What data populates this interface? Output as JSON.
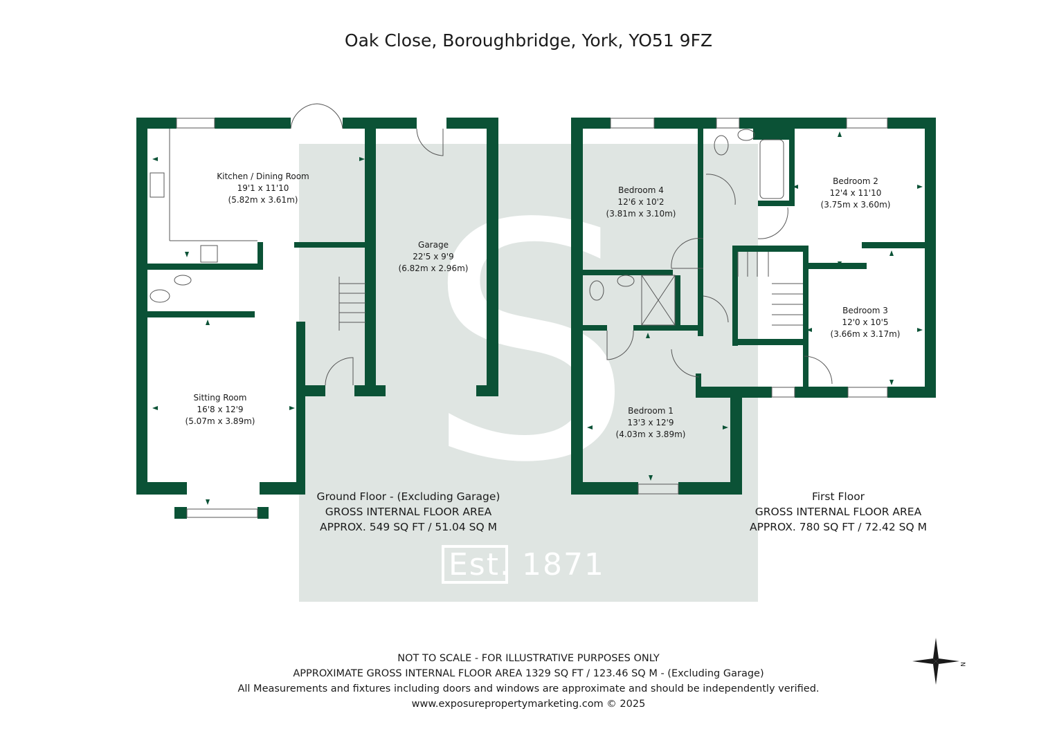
{
  "title": "Oak Close, Boroughbridge, York, YO51 9FZ",
  "colors": {
    "wall": "#0b5236",
    "watermark_bg": "#dfe5e2"
  },
  "watermark": {
    "letter": "S",
    "text": "Est. 1871"
  },
  "ground_floor": {
    "rooms": [
      {
        "name": "Kitchen / Dining Room",
        "imperial": "19'1 x 11'10",
        "metric": "(5.82m x 3.61m)"
      },
      {
        "name": "Garage",
        "imperial": "22'5 x 9'9",
        "metric": "(6.82m x 2.96m)"
      },
      {
        "name": "Sitting Room",
        "imperial": "16'8 x 12'9",
        "metric": "(5.07m x 3.89m)"
      }
    ],
    "area": [
      "Ground Floor - (Excluding Garage)",
      "GROSS INTERNAL FLOOR AREA",
      "APPROX. 549 SQ FT / 51.04 SQ M"
    ]
  },
  "first_floor": {
    "rooms": [
      {
        "name": "Bedroom 4",
        "imperial": "12'6 x 10'2",
        "metric": "(3.81m x 3.10m)"
      },
      {
        "name": "Bedroom 2",
        "imperial": "12'4 x 11'10",
        "metric": "(3.75m x 3.60m)"
      },
      {
        "name": "Bedroom 3",
        "imperial": "12'0 x 10'5",
        "metric": "(3.66m x 3.17m)"
      },
      {
        "name": "Bedroom 1",
        "imperial": "13'3 x 12'9",
        "metric": "(4.03m x 3.89m)"
      }
    ],
    "area": [
      "First Floor",
      "GROSS INTERNAL FLOOR AREA",
      "APPROX. 780 SQ FT / 72.42 SQ M"
    ]
  },
  "footer": [
    "NOT TO SCALE - FOR ILLUSTRATIVE PURPOSES ONLY",
    "APPROXIMATE GROSS INTERNAL FLOOR AREA 1329 SQ FT / 123.46 SQ M - (Excluding Garage)",
    "All Measurements and fixtures including doors and windows are approximate and should be independently verified.",
    "www.exposurepropertymarketing.com © 2025"
  ],
  "compass": {
    "icon": "compass-rose-icon",
    "label": "N"
  }
}
